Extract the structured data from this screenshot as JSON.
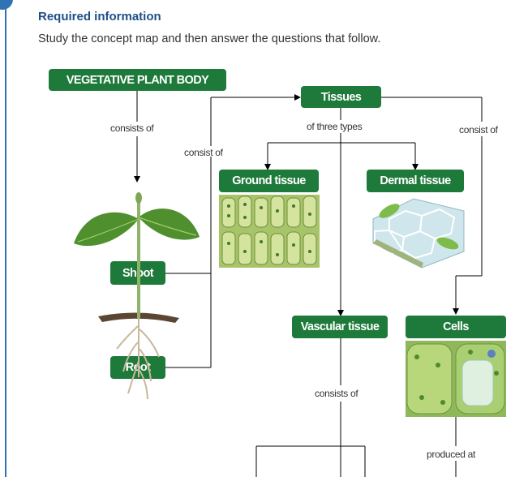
{
  "header": {
    "title": "Required information",
    "instructions": "Study the concept map and then answer the questions that follow."
  },
  "concept_map": {
    "nodes": {
      "vegetative_plant_body": "VEGETATIVE PLANT BODY",
      "tissues": "Tissues",
      "ground_tissue": "Ground tissue",
      "dermal_tissue": "Dermal tissue",
      "shoot": "Shoot",
      "root": "Root",
      "vascular_tissue": "Vascular tissue",
      "cells": "Cells"
    },
    "link_labels": {
      "consists_of_body": "consists of",
      "of_three_types": "of three types",
      "consist_of_cells": "consist of",
      "consist_of_tissues": "consist of",
      "consists_of_vascular": "consists of",
      "produced_at": "produced at"
    },
    "illustrations": [
      "seedling-plant",
      "ground-tissue-micrograph",
      "dermal-tissue-cells",
      "plant-cells-closeup"
    ]
  },
  "colors": {
    "node_green": "#1e7a3a",
    "title_blue": "#1d4f86",
    "accent_blue": "#2f73b5",
    "line": "#000000"
  }
}
